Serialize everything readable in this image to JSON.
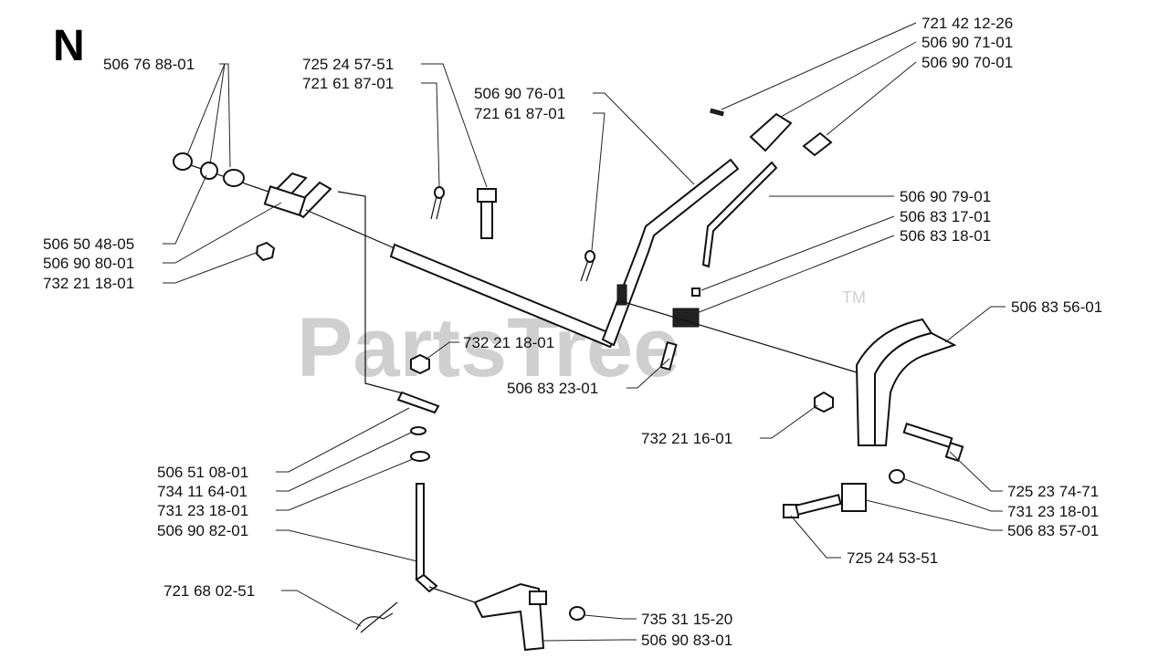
{
  "diagram": {
    "section_letter": "N",
    "watermark": "PartsTree",
    "trademark": "TM",
    "part_labels": [
      "506 76 88-01",
      "725 24 57-51",
      "721 61 87-01",
      "506 90 76-01",
      "721 61 87-01",
      "721 42 12-26",
      "506 90 71-01",
      "506 90 70-01",
      "506 90 79-01",
      "506 83 17-01",
      "506 83 18-01",
      "506 83 56-01",
      "506 50 48-05",
      "506 90 80-01",
      "732 21 18-01",
      "732 21 18-01",
      "506 83 23-01",
      "732 21 16-01",
      "725 23 74-71",
      "731 23 18-01",
      "506 83 57-01",
      "725 24 53-51",
      "506 51 08-01",
      "734 11 64-01",
      "731 23 18-01",
      "506 90 82-01",
      "721 68 02-51",
      "735 31 15-20",
      "506 90 83-01"
    ]
  }
}
